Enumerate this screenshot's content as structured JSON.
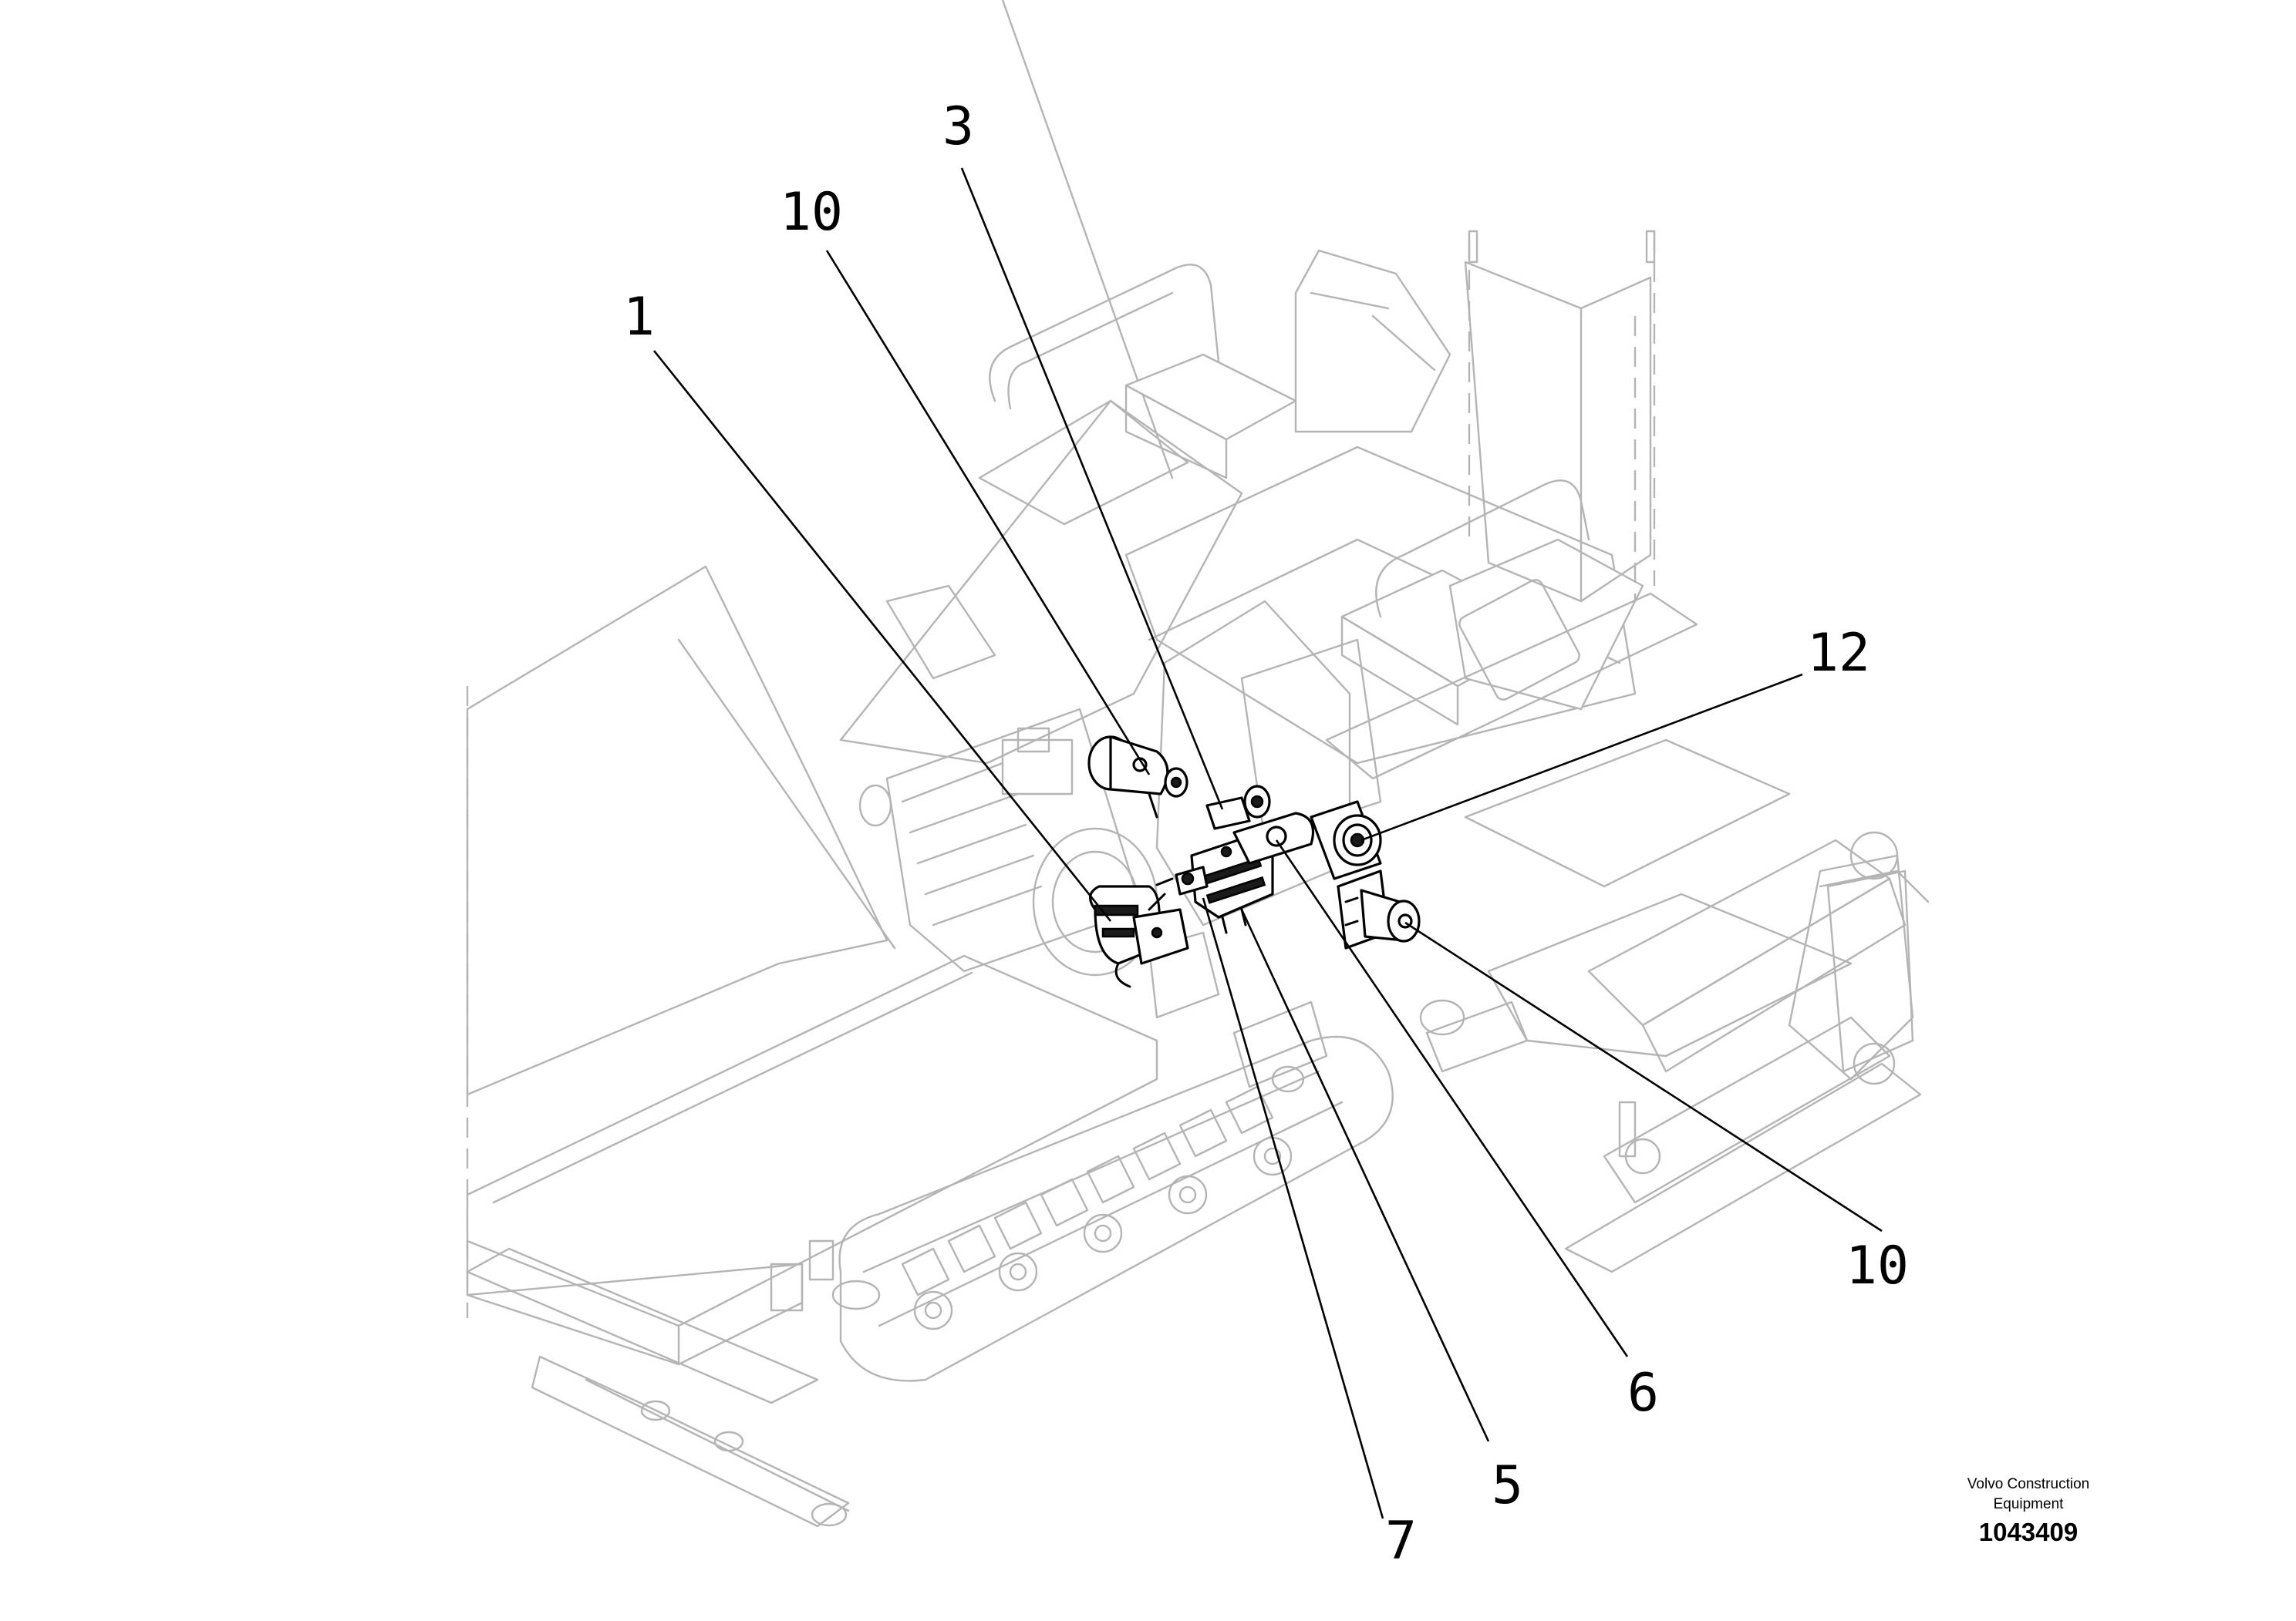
{
  "callouts": [
    {
      "id": "callout-3",
      "label": "3"
    },
    {
      "id": "callout-10-top",
      "label": "10"
    },
    {
      "id": "callout-1",
      "label": "1"
    },
    {
      "id": "callout-12",
      "label": "12"
    },
    {
      "id": "callout-10-bottom",
      "label": "10"
    },
    {
      "id": "callout-6",
      "label": "6"
    },
    {
      "id": "callout-5",
      "label": "5"
    },
    {
      "id": "callout-7",
      "label": "7"
    }
  ],
  "footer": {
    "brand_line1": "Volvo Construction",
    "brand_line2": "Equipment",
    "reference_number": "1043409"
  }
}
